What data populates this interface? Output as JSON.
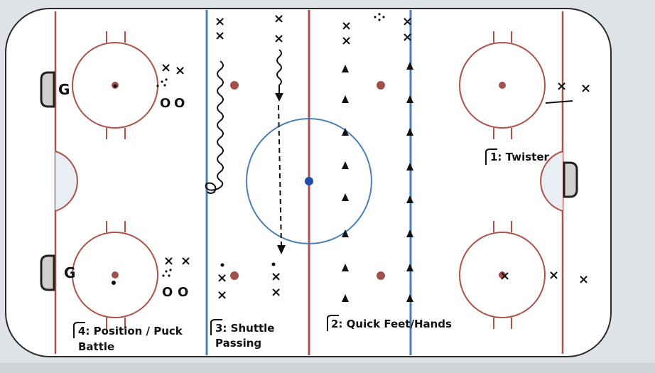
{
  "diagram": {
    "drills": [
      {
        "number": "1",
        "title": "Twister",
        "label": "1: Twister"
      },
      {
        "number": "2",
        "title": "Quick Feet/Hands",
        "label": "2: Quick Feet/Hands"
      },
      {
        "number": "3",
        "title": "Shuttle Passing",
        "line1": "3: Shuttle",
        "line2": "Passing"
      },
      {
        "number": "4",
        "title": "Position / Puck Battle",
        "line1": "4: Position / Puck",
        "line2": "Battle"
      }
    ],
    "goalie_label": "G",
    "player_x": "×",
    "player_o": "O",
    "colors": {
      "ice": "#ffffff",
      "red_line": "#b0504a",
      "blue_line": "#4a7fb8",
      "center_dot": "#1f4fa8",
      "faceoff_dot": "#a4504a",
      "board": "#222222"
    }
  }
}
